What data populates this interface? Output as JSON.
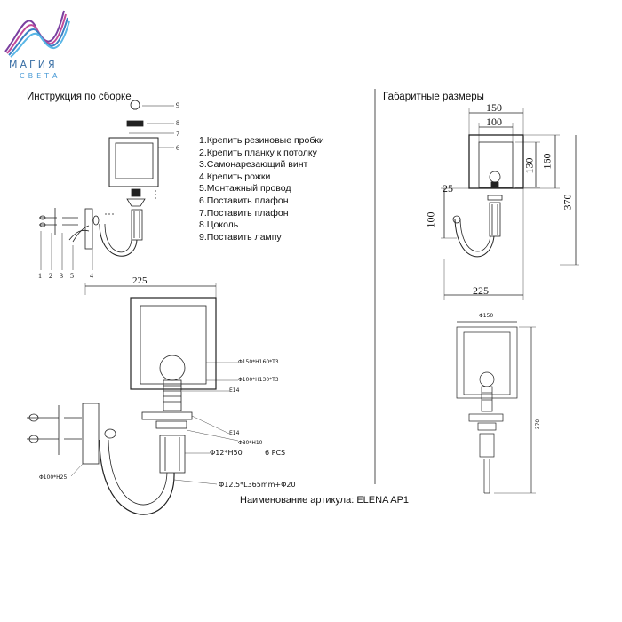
{
  "brand": {
    "name": "МАГИЯ",
    "sub": "СВЕТА",
    "colors": [
      "#7a3fa0",
      "#c04a9a",
      "#3b7fc4",
      "#59b6e6"
    ]
  },
  "assembly": {
    "title": "Инструкция по сборке",
    "steps": [
      "1.Крепить резиновые пробки",
      "2.Крепить планку к потолку",
      "3.Самонарезающий винт",
      "4.Крепить рожки",
      "5.Монтажный провод",
      "6.Поставить плафон",
      "7.Поставить плафон",
      "8.Цоколь",
      "9.Поставить лампу"
    ],
    "part_numbers_right": [
      "9",
      "8",
      "7",
      "6"
    ],
    "part_numbers_bottom": [
      "1",
      "2",
      "3",
      "5",
      "4"
    ]
  },
  "dimensions": {
    "title": "Габаритные размеры",
    "width_top_outer": "150",
    "width_top_inner": "100",
    "height_shade_inner": "130",
    "height_shade_outer": "160",
    "height_total": "370",
    "offset_top": "25",
    "base_height": "100",
    "width_bottom": "225"
  },
  "detail": {
    "width": "225",
    "label_shade_outer": "Φ150*H160*T3",
    "label_shade_inner": "Φ100*H130*T3",
    "label_socket_1": "E14",
    "label_socket_2": "E14",
    "label_cup": "Φ80*H10",
    "label_tube": "Φ12*H50",
    "label_qty": "6 PCS",
    "label_plate": "Φ100*H25",
    "label_arm": "Φ12.5*L365mm+Φ20"
  },
  "small_view": {
    "width": "Φ150",
    "height": "370"
  },
  "article": "Наименование артикула: ELENA AP1"
}
